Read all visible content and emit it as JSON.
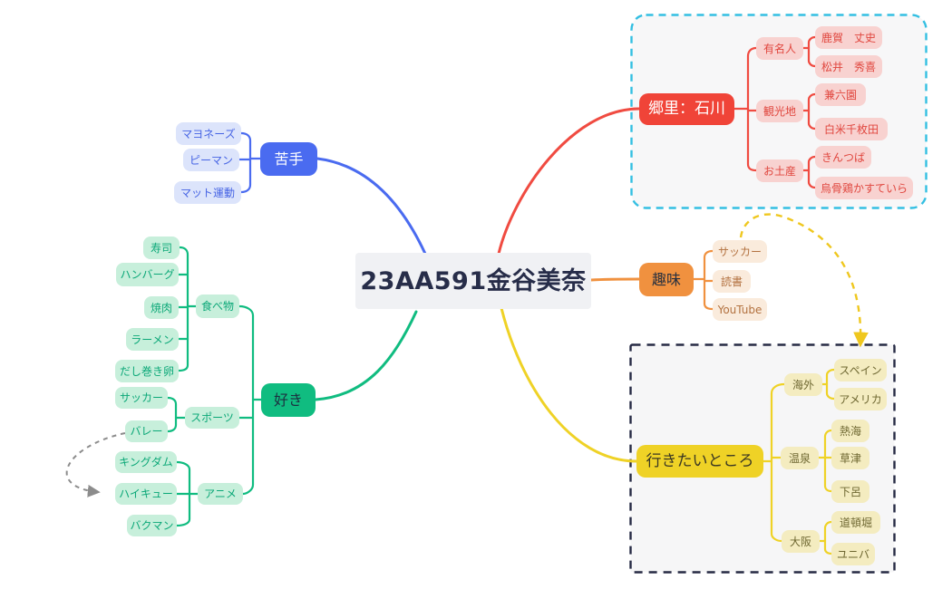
{
  "mindmap": {
    "center": "23AA591金谷美奈",
    "branches": [
      {
        "id": "dislike",
        "label": "苦手",
        "color": "#4A6BF0",
        "side": "left",
        "children": [
          {
            "label": "マヨネーズ"
          },
          {
            "label": "ピーマン"
          },
          {
            "label": "マット運動"
          }
        ]
      },
      {
        "id": "like",
        "label": "好き",
        "color": "#10BC80",
        "side": "left",
        "children": [
          {
            "label": "食べ物",
            "children": [
              {
                "label": "寿司"
              },
              {
                "label": "ハンバーグ"
              },
              {
                "label": "焼肉"
              },
              {
                "label": "ラーメン"
              },
              {
                "label": "だし巻き卵"
              }
            ]
          },
          {
            "label": "スポーツ",
            "children": [
              {
                "label": "サッカー"
              },
              {
                "label": "バレー"
              }
            ]
          },
          {
            "label": "アニメ",
            "children": [
              {
                "label": "キングダム"
              },
              {
                "label": "ハイキュー"
              },
              {
                "label": "バクマン"
              }
            ]
          }
        ]
      },
      {
        "id": "hometown-ishikawa",
        "label": "郷里：石川",
        "color": "#F04438",
        "side": "right",
        "children": [
          {
            "label": "有名人",
            "children": [
              {
                "label": "鹿賀　丈史"
              },
              {
                "label": "松井　秀喜"
              }
            ]
          },
          {
            "label": "観光地",
            "children": [
              {
                "label": "兼六園"
              },
              {
                "label": "白米千枚田"
              }
            ]
          },
          {
            "label": "お土産",
            "children": [
              {
                "label": "きんつば"
              },
              {
                "label": "烏骨鶏かすていら"
              }
            ]
          }
        ]
      },
      {
        "id": "hobby",
        "label": "趣味",
        "color": "#F0913F",
        "side": "right",
        "children": [
          {
            "label": "サッカー"
          },
          {
            "label": "読書"
          },
          {
            "label": "YouTube"
          }
        ]
      },
      {
        "id": "places-to-go",
        "label": "行きたいところ",
        "color": "#EFD226",
        "side": "right",
        "children": [
          {
            "label": "海外",
            "children": [
              {
                "label": "スペイン"
              },
              {
                "label": "アメリカ"
              }
            ]
          },
          {
            "label": "温泉",
            "children": [
              {
                "label": "熱海"
              },
              {
                "label": "草津"
              },
              {
                "label": "下呂"
              }
            ]
          },
          {
            "label": "大阪",
            "children": [
              {
                "label": "道頓堀"
              },
              {
                "label": "ユニバ"
              }
            ]
          }
        ]
      }
    ],
    "groups": [
      {
        "name": "hometown-highlight-frame",
        "style": "dashed",
        "border_color": "#33BFE2",
        "fill": "#F7F7F8"
      },
      {
        "name": "places-highlight-frame",
        "style": "dashed",
        "border_color": "#262A44",
        "fill": "#F6F6F7"
      }
    ],
    "annotations": [
      {
        "type": "dashed-arrow",
        "color": "#8C8C8C",
        "from": "バレー",
        "to": "ハイキュー"
      },
      {
        "type": "dashed-arrow",
        "color": "#EFC71E",
        "from": "サッカー (趣味)",
        "to": "スペイン"
      }
    ]
  },
  "colors": {
    "center_bg": "#F0F1F4",
    "blue": "#4A6BF0",
    "green": "#10BC80",
    "red": "#F04438",
    "orange": "#F0913F",
    "yellow": "#EFD226",
    "cyan_frame": "#33BFE2",
    "navy_frame": "#262A44",
    "gray_arrow": "#8C8C8C"
  }
}
